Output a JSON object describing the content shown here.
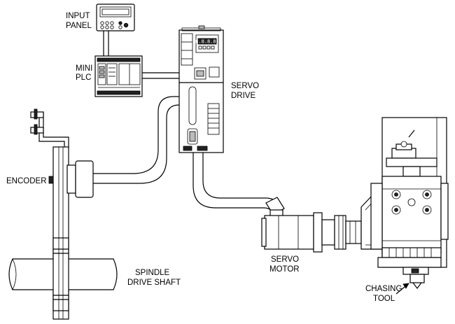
{
  "labels": {
    "input_panel": [
      "INPUT",
      "PANEL"
    ],
    "mini_plc": [
      "MINI",
      "PLC"
    ],
    "servo_drive": [
      "SERVO",
      "DRIVE"
    ],
    "encoder": "ENCODER",
    "spindle_drive_shaft": [
      "SPINDLE",
      "DRIVE SHAFT"
    ],
    "servo_motor": [
      "SERVO",
      "MOTOR"
    ],
    "chasing_tool": [
      "CHASING",
      "TOOL"
    ]
  },
  "drive_display": "8.8.8.8."
}
